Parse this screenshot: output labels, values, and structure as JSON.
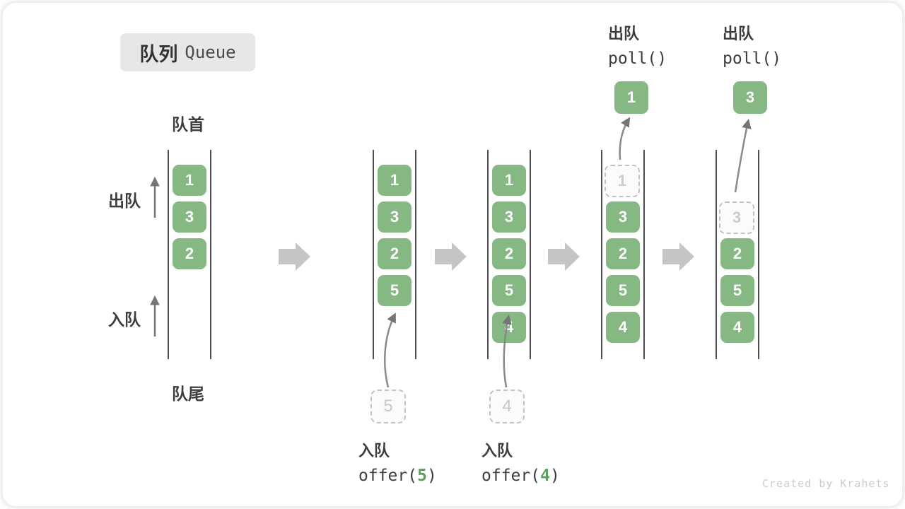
{
  "title": {
    "zh": "队列",
    "en": "Queue"
  },
  "labels": {
    "front": "队首",
    "rear": "队尾",
    "dequeue": "出队",
    "enqueue": "入队"
  },
  "colors": {
    "box_green": "#86b883",
    "code_green": "#5ba15b",
    "block_arrow": "#c5c5c5",
    "thin_arrow": "#757575"
  },
  "states": [
    {
      "slots": [
        "1",
        "3",
        "2"
      ]
    },
    {
      "slots": [
        "1",
        "3",
        "2",
        "5"
      ],
      "incoming": "5"
    },
    {
      "slots": [
        "1",
        "3",
        "2",
        "5",
        "4"
      ],
      "incoming": "4"
    },
    {
      "ghost": "1",
      "slots": [
        "3",
        "2",
        "5",
        "4"
      ],
      "outgoing": "1"
    },
    {
      "ghost": "3",
      "slots": [
        "2",
        "5",
        "4"
      ],
      "outgoing": "3"
    }
  ],
  "operations": {
    "offer5": {
      "zh": "入队",
      "fn": "offer(",
      "arg": "5",
      "close": ")"
    },
    "offer4": {
      "zh": "入队",
      "fn": "offer(",
      "arg": "4",
      "close": ")"
    },
    "poll1": {
      "zh": "出队",
      "fn": "poll()"
    },
    "poll2": {
      "zh": "出队",
      "fn": "poll()"
    }
  },
  "watermark": "Created by Krahets"
}
